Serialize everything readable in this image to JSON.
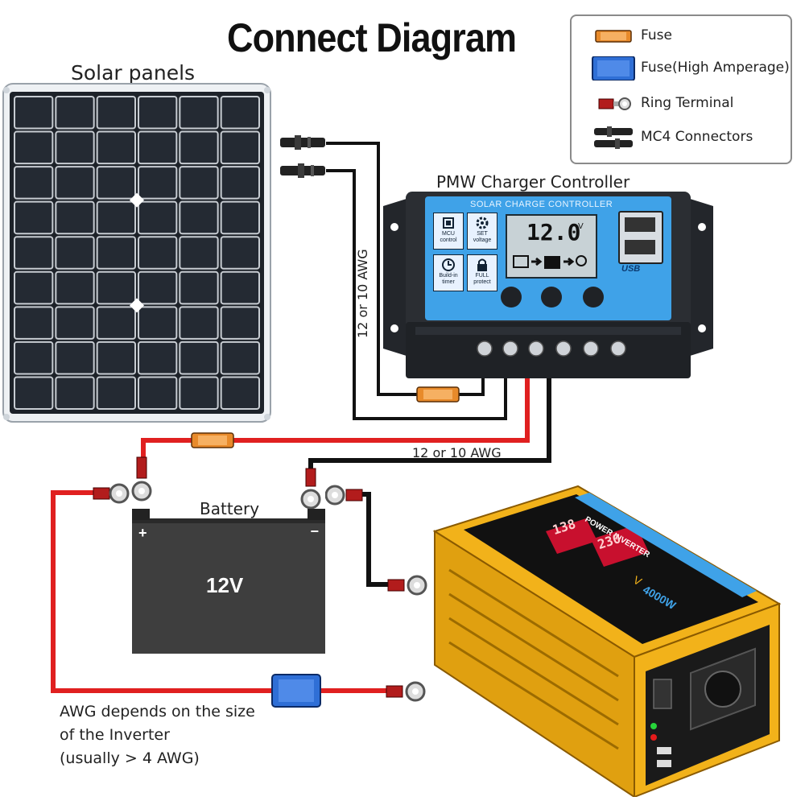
{
  "title": "Connect Diagram",
  "labels": {
    "solar_panels": "Solar panels",
    "controller": "PMW Charger Controller",
    "controller_header": "SOLAR CHARGE CONTROLLER",
    "controller_display": "12.0",
    "controller_display_unit": "V",
    "wire_vertical": "12 or 10 AWG",
    "wire_horizontal": "12 or 10 AWG",
    "battery": "Battery",
    "battery_voltage": "12V",
    "battery_plus": "+",
    "battery_minus": "−",
    "usb_label": "USB",
    "btn_mcu": "MCU control",
    "btn_set": "SET voltage",
    "btn_timer": "Build-in timer",
    "btn_full": "FULL protect",
    "inverter_note_line1": "AWG depends on the size",
    "inverter_note_line2": "of the Inverter",
    "inverter_note_line3": "(usually  > 4 AWG)",
    "inverter_banner": "POWER INVERTER",
    "inverter_rating": "4000W",
    "inverter_display_left": "138",
    "inverter_display_right": "230",
    "inverter_display_unit": "V"
  },
  "legend": {
    "items": [
      {
        "label": "Fuse",
        "icon": "fuse-icon"
      },
      {
        "label": "Fuse(High Amperage)",
        "icon": "fuse-high-amperage-icon"
      },
      {
        "label": "Ring Terminal",
        "icon": "ring-terminal-icon"
      },
      {
        "label": "MC4 Connectors",
        "icon": "mc4-connector-icon"
      }
    ]
  },
  "colors": {
    "wire_red": "#e02020",
    "wire_black": "#111111",
    "fuse": "#e88a2a",
    "fuse_high": "#2f6fd6",
    "controller_blue": "#3fa2e8",
    "inverter_yellow": "#f2b21a"
  }
}
